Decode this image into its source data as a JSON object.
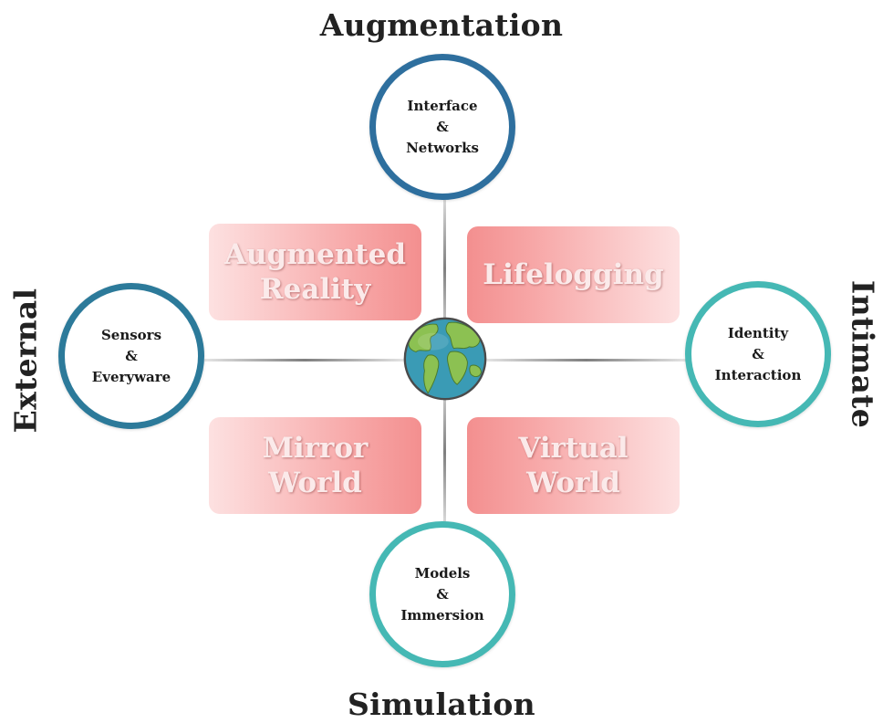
{
  "axes": {
    "top": "Augmentation",
    "bottom": "Simulation",
    "left": "External",
    "right": "Intimate"
  },
  "circles": {
    "top": {
      "line1": "Interface",
      "line2": "&",
      "line3": "Networks"
    },
    "left": {
      "line1": "Sensors",
      "line2": "&",
      "line3": "Everyware"
    },
    "right": {
      "line1": "Identity",
      "line2": "&",
      "line3": "Interaction"
    },
    "bottom": {
      "line1": "Models",
      "line2": "&",
      "line3": "Immersion"
    }
  },
  "quadrants": {
    "top_left": {
      "line1": "Augmented",
      "line2": "Reality"
    },
    "top_right": {
      "line1": "Lifelogging",
      "line2": ""
    },
    "bottom_left": {
      "line1": "Mirror",
      "line2": "World"
    },
    "bottom_right": {
      "line1": "Virtual",
      "line2": "World"
    }
  },
  "center_icon": "globe-icon",
  "colors": {
    "circle_blue": "#2e6f9e",
    "circle_teal": "#45b8b4",
    "quadrant_pink": "#f38f8f",
    "globe_ocean": "#3a9bb5",
    "globe_land": "#8cc152"
  }
}
